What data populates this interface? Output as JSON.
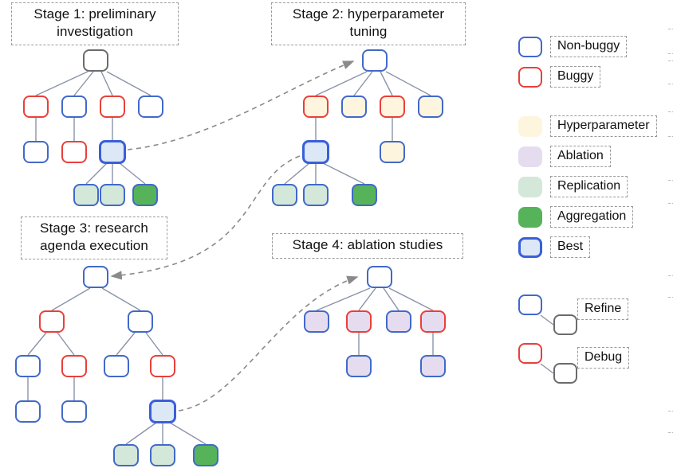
{
  "diagram": {
    "title_hidden": "",
    "stages": [
      {
        "id": "stage-1",
        "title": "Stage 1: preliminary\ninvestigation",
        "nodes": [
          {
            "name": "root",
            "kind": "neutral"
          },
          {
            "name": "c1",
            "kind": "buggy"
          },
          {
            "name": "c2",
            "kind": "non-buggy"
          },
          {
            "name": "c3",
            "kind": "buggy"
          },
          {
            "name": "c4",
            "kind": "non-buggy"
          },
          {
            "name": "d1",
            "kind": "non-buggy"
          },
          {
            "name": "d2",
            "kind": "buggy"
          },
          {
            "name": "d3",
            "kind": "best"
          },
          {
            "name": "e1",
            "kind": "replication"
          },
          {
            "name": "e2",
            "kind": "replication"
          },
          {
            "name": "e3",
            "kind": "aggregation"
          }
        ]
      },
      {
        "id": "stage-2",
        "title": "Stage 2: hyperparameter\ntuning",
        "nodes": [
          {
            "name": "root",
            "kind": "non-buggy"
          },
          {
            "name": "c1",
            "kind": "buggy-hyper"
          },
          {
            "name": "c2",
            "kind": "non-buggy-hyper"
          },
          {
            "name": "c3",
            "kind": "buggy-hyper"
          },
          {
            "name": "c4",
            "kind": "non-buggy-hyper"
          },
          {
            "name": "d1",
            "kind": "best"
          },
          {
            "name": "d2",
            "kind": "non-buggy-hyper"
          },
          {
            "name": "e1",
            "kind": "replication"
          },
          {
            "name": "e2",
            "kind": "replication"
          },
          {
            "name": "e3",
            "kind": "aggregation"
          }
        ]
      },
      {
        "id": "stage-3",
        "title": "Stage 3: research\nagenda execution",
        "nodes": [
          {
            "name": "root",
            "kind": "non-buggy"
          },
          {
            "name": "b1",
            "kind": "buggy"
          },
          {
            "name": "b2",
            "kind": "non-buggy"
          },
          {
            "name": "c1",
            "kind": "non-buggy"
          },
          {
            "name": "c2",
            "kind": "buggy"
          },
          {
            "name": "c3",
            "kind": "non-buggy"
          },
          {
            "name": "c4",
            "kind": "buggy"
          },
          {
            "name": "d1",
            "kind": "non-buggy"
          },
          {
            "name": "d2",
            "kind": "non-buggy"
          },
          {
            "name": "d3",
            "kind": "best"
          },
          {
            "name": "e1",
            "kind": "replication"
          },
          {
            "name": "e2",
            "kind": "replication"
          },
          {
            "name": "e3",
            "kind": "aggregation"
          }
        ]
      },
      {
        "id": "stage-4",
        "title": "Stage 4: ablation studies",
        "nodes": [
          {
            "name": "root",
            "kind": "non-buggy"
          },
          {
            "name": "c1",
            "kind": "non-buggy-ablation"
          },
          {
            "name": "c2",
            "kind": "buggy-ablation"
          },
          {
            "name": "c3",
            "kind": "non-buggy-ablation"
          },
          {
            "name": "c4",
            "kind": "buggy-ablation"
          },
          {
            "name": "d1",
            "kind": "non-buggy-ablation"
          },
          {
            "name": "d2",
            "kind": "non-buggy-ablation"
          }
        ]
      }
    ],
    "transitions": [
      {
        "from": "stage-1-best",
        "to": "stage-2-root"
      },
      {
        "from": "stage-2-best",
        "to": "stage-3-root"
      },
      {
        "from": "stage-3-best",
        "to": "stage-4-root"
      }
    ]
  },
  "legend": {
    "border_items": [
      {
        "label": "Non-buggy",
        "swatch": "outline-blue",
        "color": "#4169c9"
      },
      {
        "label": "Buggy",
        "swatch": "outline-red",
        "color": "#e8403a"
      }
    ],
    "fill_items": [
      {
        "label": "Hyperparameter",
        "swatch": "fill-hyper",
        "color": "#fdf5dd"
      },
      {
        "label": "Ablation",
        "swatch": "fill-abl",
        "color": "#e6dcf0"
      },
      {
        "label": "Replication",
        "swatch": "fill-repl",
        "color": "#d4e8d9"
      },
      {
        "label": "Aggregation",
        "swatch": "fill-agg",
        "color": "#56b35a"
      },
      {
        "label": "Best",
        "swatch": "fill-best",
        "color": "#dce8f6"
      }
    ],
    "edge_items": [
      {
        "label": "Refine",
        "parent": "non-buggy",
        "child": "neutral"
      },
      {
        "label": "Debug",
        "parent": "buggy",
        "child": "neutral"
      }
    ]
  },
  "colors": {
    "non_buggy_border": "#4169c9",
    "buggy_border": "#e8403a",
    "neutral_border": "#6b6b6b",
    "best_border": "#3a5fd9",
    "best_fill": "#dce8f6",
    "hyperparameter_fill": "#fdf5dd",
    "ablation_fill": "#e6dcf0",
    "replication_fill": "#d4e8d9",
    "aggregation_fill": "#56b35a",
    "tree_edge": "#8a93a8",
    "transition_arrow": "#8a8a8a",
    "title_border": "#9a9a9a",
    "background": "#ffffff"
  }
}
